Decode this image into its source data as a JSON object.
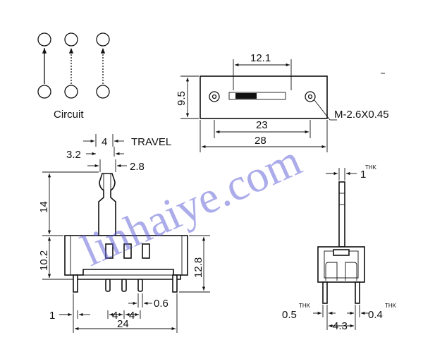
{
  "circuit": {
    "label": "Circuit"
  },
  "top_view": {
    "width_12_1": "12.1",
    "height_9_5": "9.5",
    "mount_holes": "M-2.6X0.45",
    "pitch_23": "23",
    "length_28": "28"
  },
  "front_view": {
    "travel_value": "4",
    "travel_label": "TRAVEL",
    "knob_3_2": "3.2",
    "knob_2_8": "2.8",
    "actuator_14": "14",
    "body_10_2": "10.2",
    "overall_12_8": "12.8",
    "pin_width_0_6": "0.6",
    "pin_offset_1": "1",
    "pin_pitch_a": "4",
    "pin_pitch_b": "4",
    "total_24": "24"
  },
  "side_view": {
    "thk_1": "1",
    "thk_label": "THK",
    "thk_0_5": "0.5",
    "thk_0_4": "0.4",
    "pin_span_4_3": "4.3"
  },
  "watermark": {
    "text": "linhaiye.com"
  }
}
